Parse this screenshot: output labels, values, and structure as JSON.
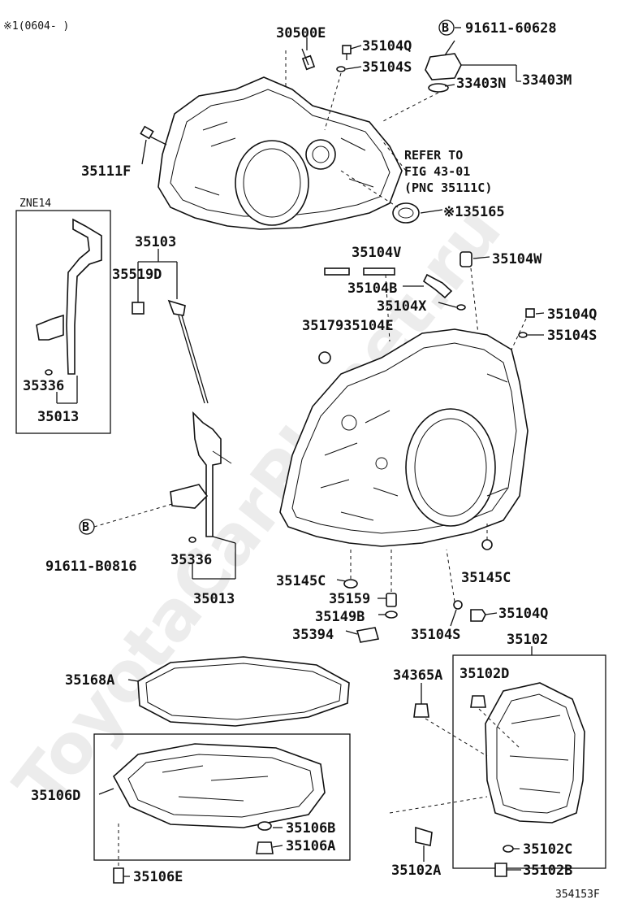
{
  "header": {
    "note": "※1(0604-    )"
  },
  "boxes": {
    "zne": "ZNE14"
  },
  "refer": {
    "line1": "REFER TO",
    "line2": "FIG 43-01",
    "line3": "(PNC 35111C)"
  },
  "labels": {
    "p30500E": "30500E",
    "p35104Q_top": "35104Q",
    "p91611_60628": "91611-60628",
    "p35104S_top": "35104S",
    "p33403N": "33403N",
    "p33403M": "33403M",
    "p35111F": "35111F",
    "p35165": "※135165",
    "p35103": "35103",
    "p35519D": "35519D",
    "p35104V": "35104V",
    "p35104W": "35104W",
    "p35104B": "35104B",
    "p35104X": "35104X",
    "p35179_35104E": "3517935104E",
    "p35104Q_mid": "35104Q",
    "p35104S_mid": "35104S",
    "p35336_box": "35336",
    "p35013_box": "35013",
    "p91611_B0816": "91611-B0816",
    "p35336": "35336",
    "p35013": "35013",
    "p35145C_left": "35145C",
    "p35159": "35159",
    "p35145C_right": "35145C",
    "p35149B": "35149B",
    "p35104Q_low": "35104Q",
    "p35394": "35394",
    "p35104S_low": "35104S",
    "p35102": "35102",
    "p35168A": "35168A",
    "p34365A": "34365A",
    "p35102D": "35102D",
    "p35106D": "35106D",
    "p35106B": "35106B",
    "p35106A": "35106A",
    "p35102C": "35102C",
    "p35102A": "35102A",
    "p35102B": "35102B",
    "p35106E": "35106E"
  },
  "callouts": {
    "b_top": "B",
    "b_left": "B"
  },
  "footer": {
    "code": "354153F"
  },
  "watermark": "ToyotaCarPlanet.ru"
}
